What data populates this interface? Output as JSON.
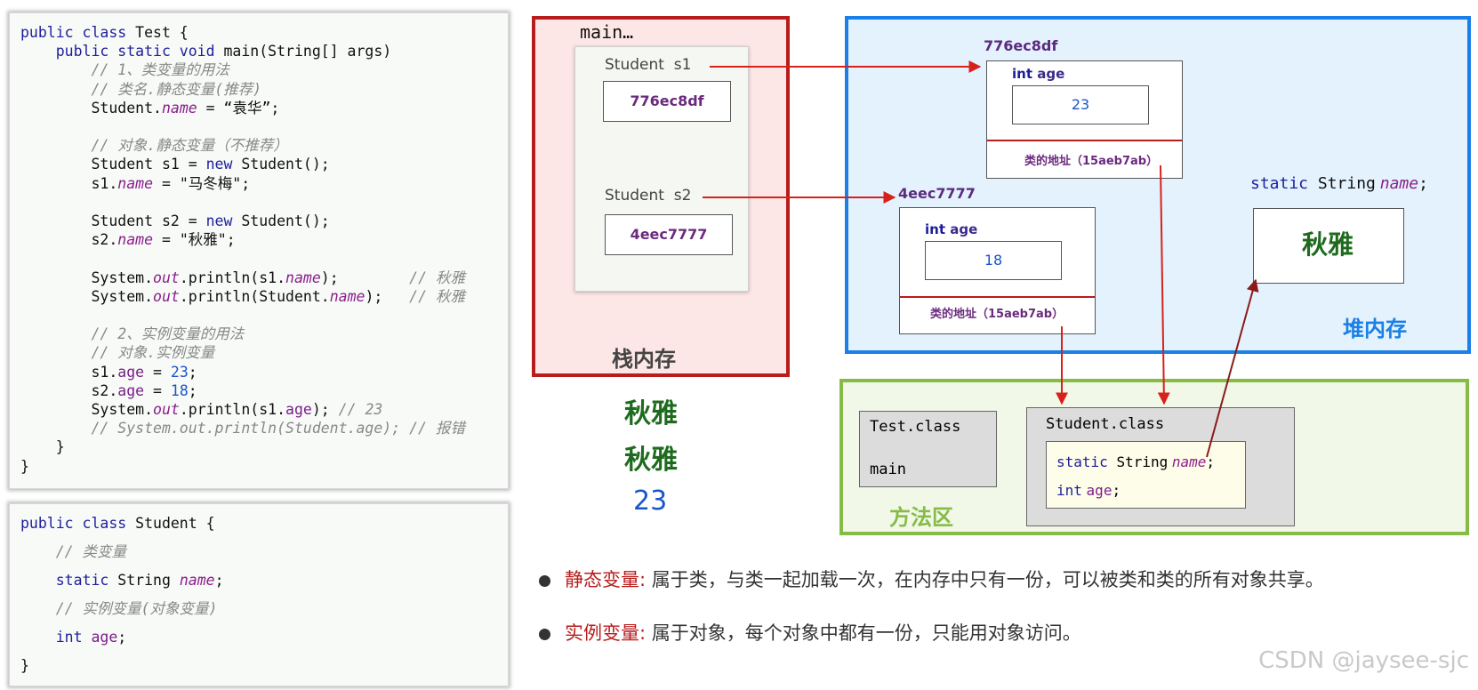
{
  "test_code": {
    "lines": [
      [
        {
          "t": "public class ",
          "c": "kw"
        },
        {
          "t": "Test {",
          "c": "p"
        }
      ],
      [
        {
          "t": "    public static void ",
          "c": "kw"
        },
        {
          "t": "main(String[] args)",
          "c": "p"
        }
      ],
      [
        {
          "t": "        // 1、类变量的用法",
          "c": "cm"
        }
      ],
      [
        {
          "t": "        // 类名.静态变量(推荐)",
          "c": "cm"
        }
      ],
      [
        {
          "t": "        Student.",
          "c": "p"
        },
        {
          "t": "name",
          "c": "fld"
        },
        {
          "t": " = “袁华”;",
          "c": "p"
        }
      ],
      [
        {
          "t": "",
          "c": "p"
        }
      ],
      [
        {
          "t": "        // 对象.静态变量（不推荐）",
          "c": "cm"
        }
      ],
      [
        {
          "t": "        Student s1 = ",
          "c": "p"
        },
        {
          "t": "new",
          "c": "kw"
        },
        {
          "t": " Student();",
          "c": "p"
        }
      ],
      [
        {
          "t": "        s1.",
          "c": "p"
        },
        {
          "t": "name",
          "c": "fld"
        },
        {
          "t": " = \"马冬梅\";",
          "c": "p"
        }
      ],
      [
        {
          "t": "",
          "c": "p"
        }
      ],
      [
        {
          "t": "        Student s2 = ",
          "c": "p"
        },
        {
          "t": "new",
          "c": "kw"
        },
        {
          "t": " Student();",
          "c": "p"
        }
      ],
      [
        {
          "t": "        s2.",
          "c": "p"
        },
        {
          "t": "name",
          "c": "fld"
        },
        {
          "t": " = \"秋雅\";",
          "c": "p"
        }
      ],
      [
        {
          "t": "",
          "c": "p"
        }
      ],
      [
        {
          "t": "        System.",
          "c": "p"
        },
        {
          "t": "out",
          "c": "fld"
        },
        {
          "t": ".println(s1.",
          "c": "p"
        },
        {
          "t": "name",
          "c": "fld"
        },
        {
          "t": ");        ",
          "c": "p"
        },
        {
          "t": "// 秋雅",
          "c": "cm"
        }
      ],
      [
        {
          "t": "        System.",
          "c": "p"
        },
        {
          "t": "out",
          "c": "fld"
        },
        {
          "t": ".println(Student.",
          "c": "p"
        },
        {
          "t": "name",
          "c": "fld"
        },
        {
          "t": ");   ",
          "c": "p"
        },
        {
          "t": "// 秋雅",
          "c": "cm"
        }
      ],
      [
        {
          "t": "",
          "c": "p"
        }
      ],
      [
        {
          "t": "        // 2、实例变量的用法",
          "c": "cm"
        }
      ],
      [
        {
          "t": "        // 对象.实例变量",
          "c": "cm"
        }
      ],
      [
        {
          "t": "        s1.",
          "c": "p"
        },
        {
          "t": "age",
          "c": "inst"
        },
        {
          "t": " = ",
          "c": "p"
        },
        {
          "t": "23",
          "c": "num"
        },
        {
          "t": ";",
          "c": "p"
        }
      ],
      [
        {
          "t": "        s2.",
          "c": "p"
        },
        {
          "t": "age",
          "c": "inst"
        },
        {
          "t": " = ",
          "c": "p"
        },
        {
          "t": "18",
          "c": "num"
        },
        {
          "t": ";",
          "c": "p"
        }
      ],
      [
        {
          "t": "        System.",
          "c": "p"
        },
        {
          "t": "out",
          "c": "fld"
        },
        {
          "t": ".println(s1.",
          "c": "p"
        },
        {
          "t": "age",
          "c": "inst"
        },
        {
          "t": "); ",
          "c": "p"
        },
        {
          "t": "// 23",
          "c": "cm"
        }
      ],
      [
        {
          "t": "        // System.out.println(Student.age); // 报错",
          "c": "cm"
        }
      ],
      [
        {
          "t": "    }",
          "c": "p"
        }
      ],
      [
        {
          "t": "}",
          "c": "p"
        }
      ]
    ]
  },
  "student_code": {
    "lines": [
      [
        {
          "t": "public class ",
          "c": "kw"
        },
        {
          "t": "Student {",
          "c": "p"
        }
      ],
      [
        {
          "t": "    // 类变量",
          "c": "cm"
        }
      ],
      [
        {
          "t": "    static ",
          "c": "kw"
        },
        {
          "t": "String ",
          "c": "p"
        },
        {
          "t": "name",
          "c": "fld"
        },
        {
          "t": ";",
          "c": "p"
        }
      ],
      [
        {
          "t": "    // 实例变量(对象变量)",
          "c": "cm"
        }
      ],
      [
        {
          "t": "    int ",
          "c": "kw"
        },
        {
          "t": "age",
          "c": "inst"
        },
        {
          "t": ";",
          "c": "p"
        }
      ],
      [
        {
          "t": "}",
          "c": "p"
        }
      ]
    ]
  },
  "stack": {
    "frame_title": "main…",
    "s1_label": "Student  s1",
    "s1_addr": "776ec8df",
    "s2_label": "Student  s2",
    "s2_addr": "4eec7777",
    "region_label": "栈内存"
  },
  "heap": {
    "obj1_addr": "776ec8df",
    "obj1_field_type": "int",
    "obj1_field_name": "age",
    "obj1_value": "23",
    "obj1_class_addr": "类的地址（15aeb7ab）",
    "obj2_addr": "4eec7777",
    "obj2_field_type": "int",
    "obj2_field_name": "age",
    "obj2_value": "18",
    "obj2_class_addr": "类的地址（15aeb7ab）",
    "static_kw": "static",
    "static_type": "String",
    "static_name": "name",
    "static_semicolon": ";",
    "static_value": "秋雅",
    "region_label": "堆内存"
  },
  "method_area": {
    "test_class": "Test.class",
    "test_method": "main",
    "student_class": "Student.class",
    "field1_kw": "static",
    "field1_type": "String",
    "field1_name": "name",
    "field2_kw": "int",
    "field2_name": "age",
    "semicolon": ";",
    "region_label": "方法区"
  },
  "output": {
    "line1": "秋雅",
    "line2": "秋雅",
    "line3": "23"
  },
  "notes": {
    "static_key": "静态变量:",
    "static_text": " 属于类，与类一起加载一次，在内存中只有一份，可以被类和类的所有对象共享。",
    "instance_key": "实例变量:",
    "instance_text": " 属于对象，每个对象中都有一份，只能用对象访问。"
  },
  "watermark": "CSDN @jaysee-sjc",
  "colors": {
    "stack_border": "#b81c1c",
    "heap_border": "#1a7fe6",
    "method_border": "#86bb45",
    "output_green": "#1e6b1e",
    "output_blue": "#1a55c8",
    "arrow_red": "#d7221c"
  }
}
